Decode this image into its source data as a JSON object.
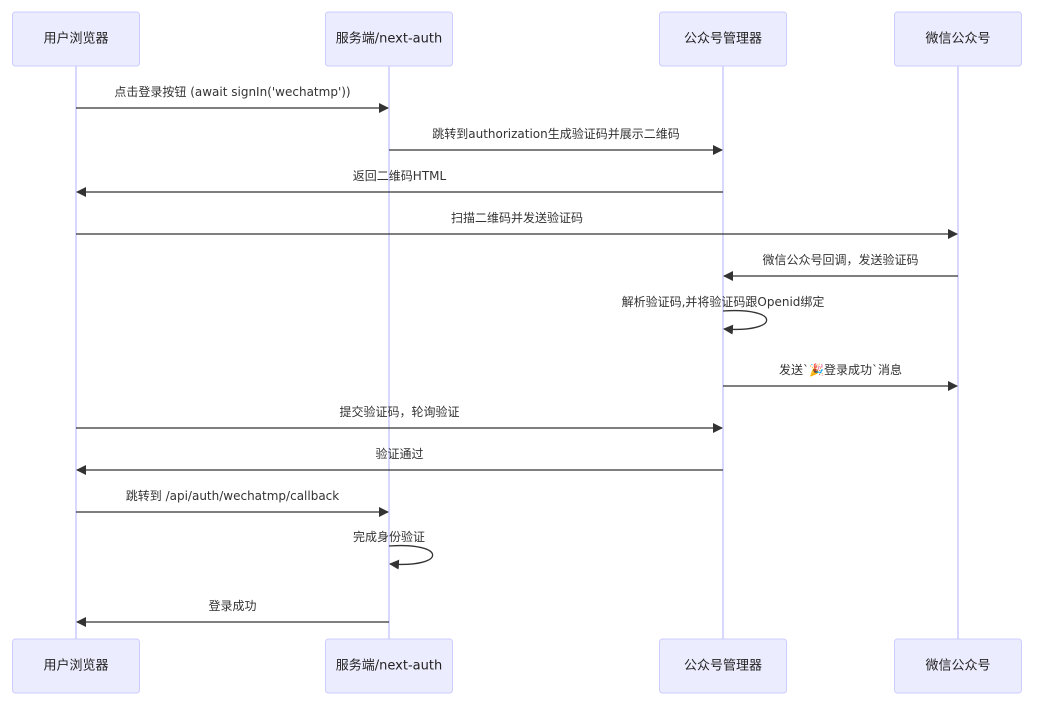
{
  "actors": [
    {
      "id": "browser",
      "label": "用户浏览器"
    },
    {
      "id": "server",
      "label": "服务端/next-auth"
    },
    {
      "id": "manager",
      "label": "公众号管理器"
    },
    {
      "id": "wechat",
      "label": "微信公众号"
    }
  ],
  "messages": [
    {
      "from": 0,
      "to": 1,
      "label": "点击登录按钮 (await signIn('wechatmp'))"
    },
    {
      "from": 1,
      "to": 2,
      "label": "跳转到authorization生成验证码并展示二维码"
    },
    {
      "from": 2,
      "to": 0,
      "label": "返回二维码HTML"
    },
    {
      "from": 0,
      "to": 3,
      "label": "扫描二维码并发送验证码"
    },
    {
      "from": 3,
      "to": 2,
      "label": "微信公众号回调，发送验证码"
    },
    {
      "from": 2,
      "to": 2,
      "label": "解析验证码,并将验证码跟Openid绑定"
    },
    {
      "from": 2,
      "to": 3,
      "label": "发送`🎉登录成功`消息"
    },
    {
      "from": 0,
      "to": 2,
      "label": "提交验证码，轮询验证"
    },
    {
      "from": 2,
      "to": 0,
      "label": "验证通过"
    },
    {
      "from": 0,
      "to": 1,
      "label": "跳转到 /api/auth/wechatmp/callback"
    },
    {
      "from": 1,
      "to": 1,
      "label": "完成身份验证"
    },
    {
      "from": 1,
      "to": 0,
      "label": "登录成功"
    }
  ],
  "colors": {
    "actor_fill": "#ececff",
    "actor_stroke": "#ccccff",
    "line": "#333333"
  }
}
